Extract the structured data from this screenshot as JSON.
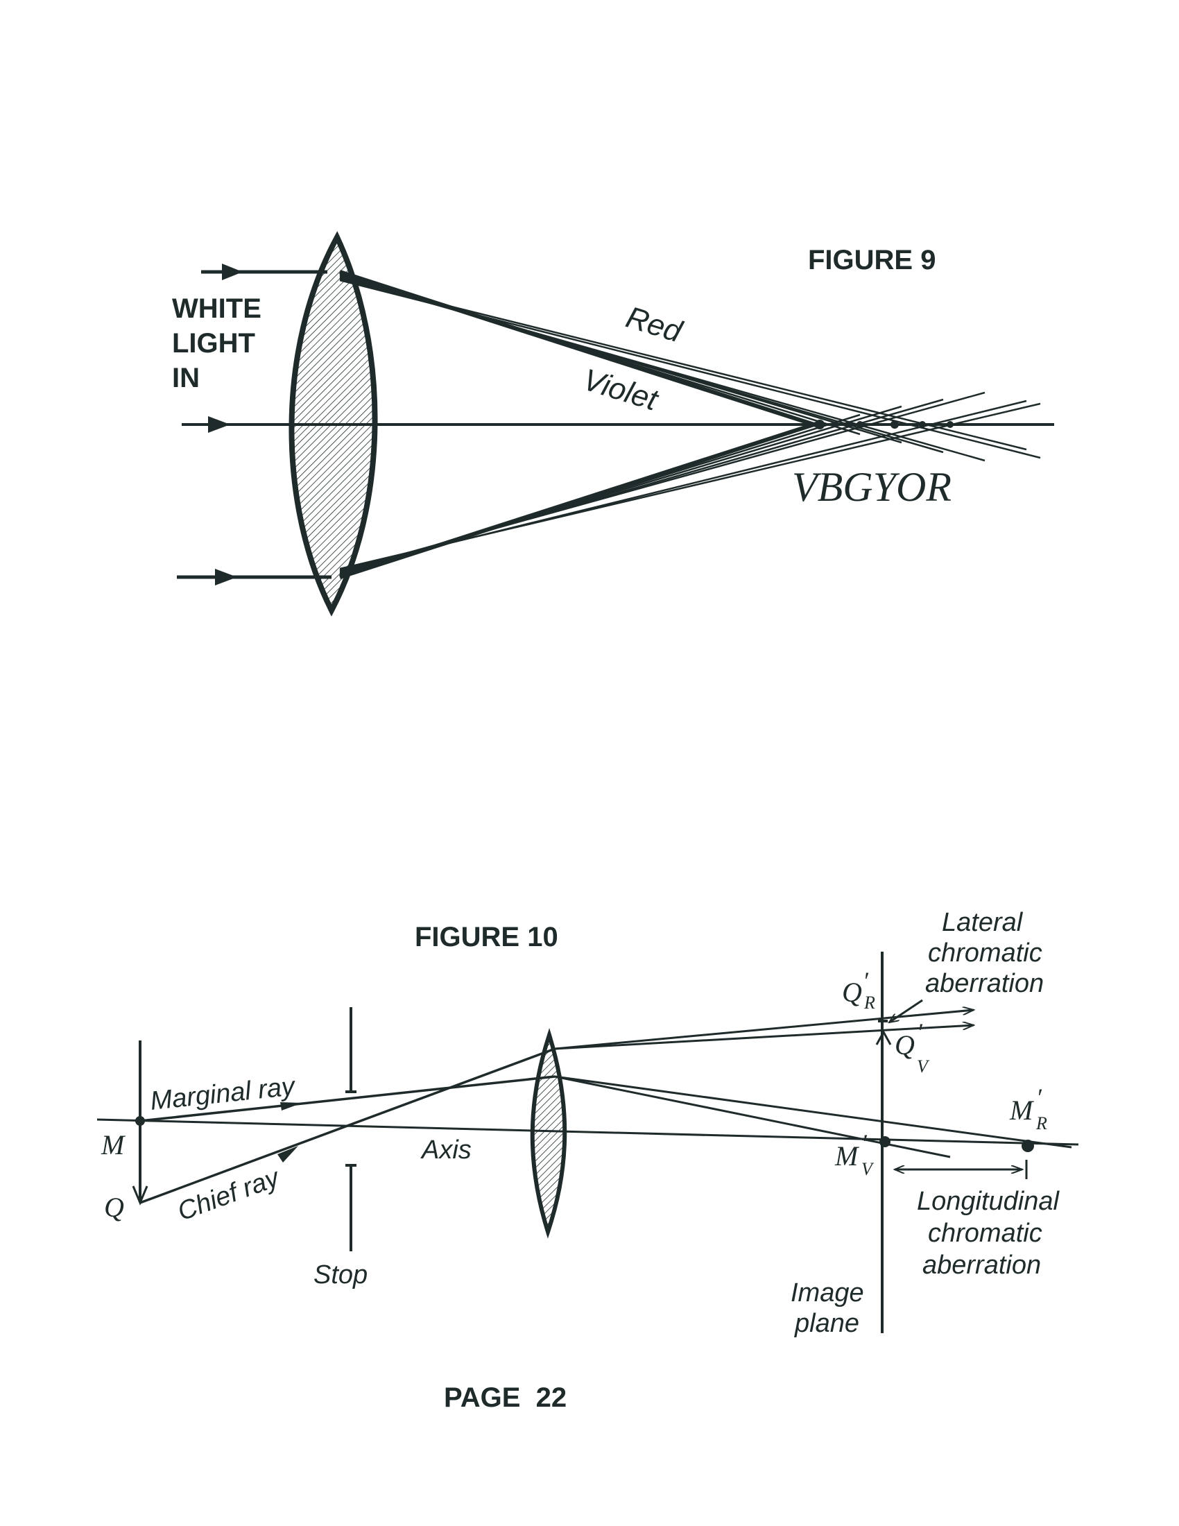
{
  "figure9": {
    "title": "FIGURE 9",
    "white_light_in": [
      "WHITE",
      "LIGHT",
      "IN"
    ],
    "red_label": "Red",
    "violet_label": "Violet",
    "spectrum_label": "VBGYOR"
  },
  "figure10": {
    "title": "FIGURE 10",
    "marginal_ray": "Marginal ray",
    "chief_ray": "Chief ray",
    "axis": "Axis",
    "stop": "Stop",
    "point_m": "M",
    "point_q": "Q",
    "q_r": "Q",
    "q_r_sub": "R",
    "q_v": "Q",
    "q_v_sub": "V",
    "m_v": "M",
    "m_v_sub": "V",
    "m_r": "M",
    "m_r_sub": "R",
    "prime": "′",
    "lateral": [
      "Lateral",
      "chromatic",
      "aberration"
    ],
    "longitudinal": [
      "Longitudinal",
      "chromatic",
      "aberration"
    ],
    "image_plane": [
      "Image",
      "plane"
    ]
  },
  "footer": {
    "page": "PAGE  22"
  },
  "colors": {
    "ink": "#1f2a2a",
    "paper": "#ffffff"
  }
}
